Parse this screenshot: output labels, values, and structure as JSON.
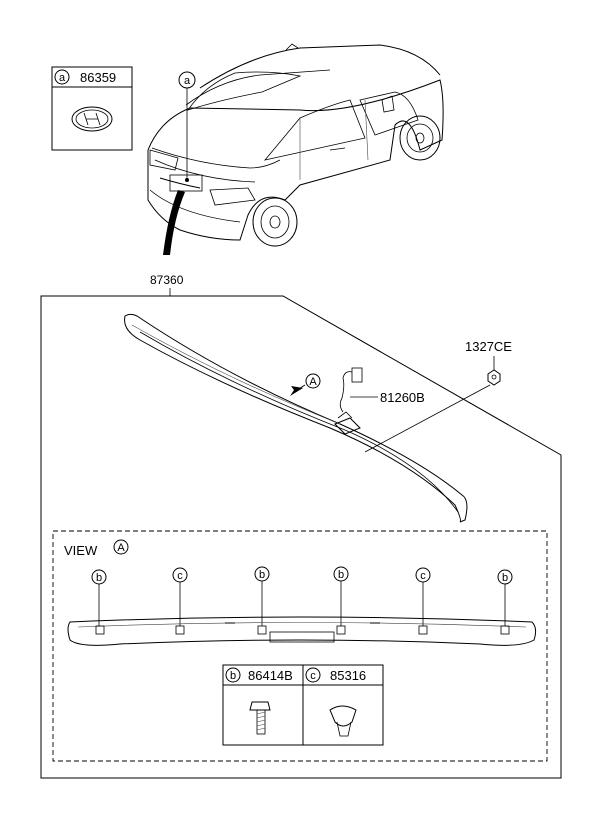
{
  "legend_top": {
    "ref": "a",
    "part": "86359"
  },
  "car_callout": "a",
  "main_part": "87360",
  "parts": {
    "nut": "1327CE",
    "lamp": "81260B"
  },
  "view_marker": "A",
  "view_label": "VIEW",
  "view_ref": "A",
  "clip_refs": [
    "b",
    "c",
    "b",
    "b",
    "c",
    "b"
  ],
  "legend_bottom": [
    {
      "ref": "b",
      "part": "86414B"
    },
    {
      "ref": "c",
      "part": "85316"
    }
  ]
}
